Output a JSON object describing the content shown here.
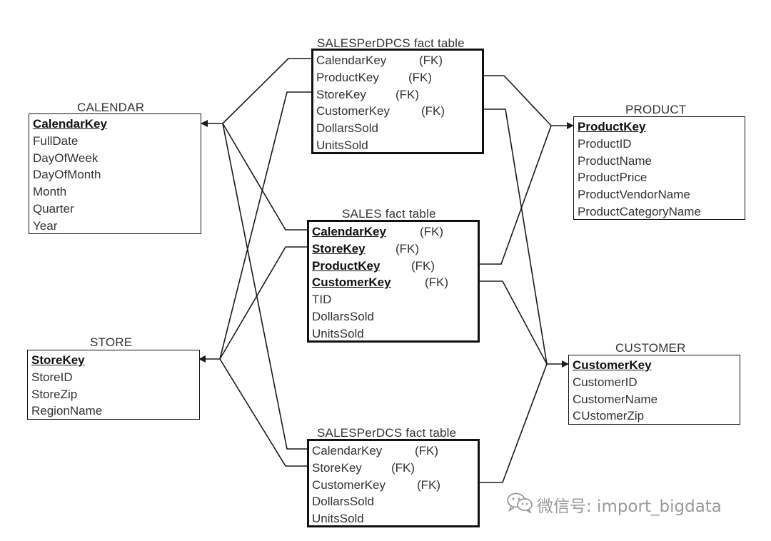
{
  "entities": {
    "calendar": {
      "title": "CALENDAR",
      "rows": [
        "CalendarKey",
        "FullDate",
        "DayOfWeek",
        "DayOfMonth",
        "Month",
        "Quarter",
        "Year"
      ]
    },
    "store": {
      "title": "STORE",
      "rows": [
        "StoreKey",
        "StoreID",
        "StoreZip",
        "RegionName"
      ]
    },
    "product": {
      "title": "PRODUCT",
      "rows": [
        "ProductKey",
        "ProductID",
        "ProductName",
        "ProductPrice",
        "ProductVendorName",
        "ProductCategoryName"
      ]
    },
    "customer": {
      "title": "CUSTOMER",
      "rows": [
        "CustomerKey",
        "CustomerID",
        "CustomerName",
        "CUstomerZip"
      ]
    },
    "salesperdpcs": {
      "title": "SALESPerDPCS fact table",
      "rows": [
        "CalendarKey",
        "ProductKey",
        "StoreKey",
        "CustomerKey",
        "DollarsSold",
        "UnitsSold"
      ],
      "fk": [
        "(FK)",
        "(FK)",
        "(FK)",
        "(FK)",
        "",
        ""
      ]
    },
    "sales": {
      "title": "SALES fact table",
      "rows": [
        "CalendarKey",
        "StoreKey",
        "ProductKey",
        "CustomerKey",
        "TID",
        "DollarsSold",
        "UnitsSold"
      ],
      "fk": [
        "(FK)",
        "(FK)",
        "(FK)",
        "(FK)",
        "",
        "",
        ""
      ]
    },
    "salesperdcs": {
      "title": "SALESPerDCS fact table",
      "rows": [
        "CalendarKey",
        "StoreKey",
        "CustomerKey",
        "DollarsSold",
        "UnitsSold"
      ],
      "fk": [
        "(FK)",
        "(FK)",
        "(FK)",
        "",
        ""
      ]
    }
  },
  "watermark": {
    "text": "微信号: import_bigdata",
    "icon": "wechat-icon"
  },
  "colors": {
    "line": "#1a1a1a",
    "text": "#333333",
    "watermark": "#9a9a9a"
  }
}
